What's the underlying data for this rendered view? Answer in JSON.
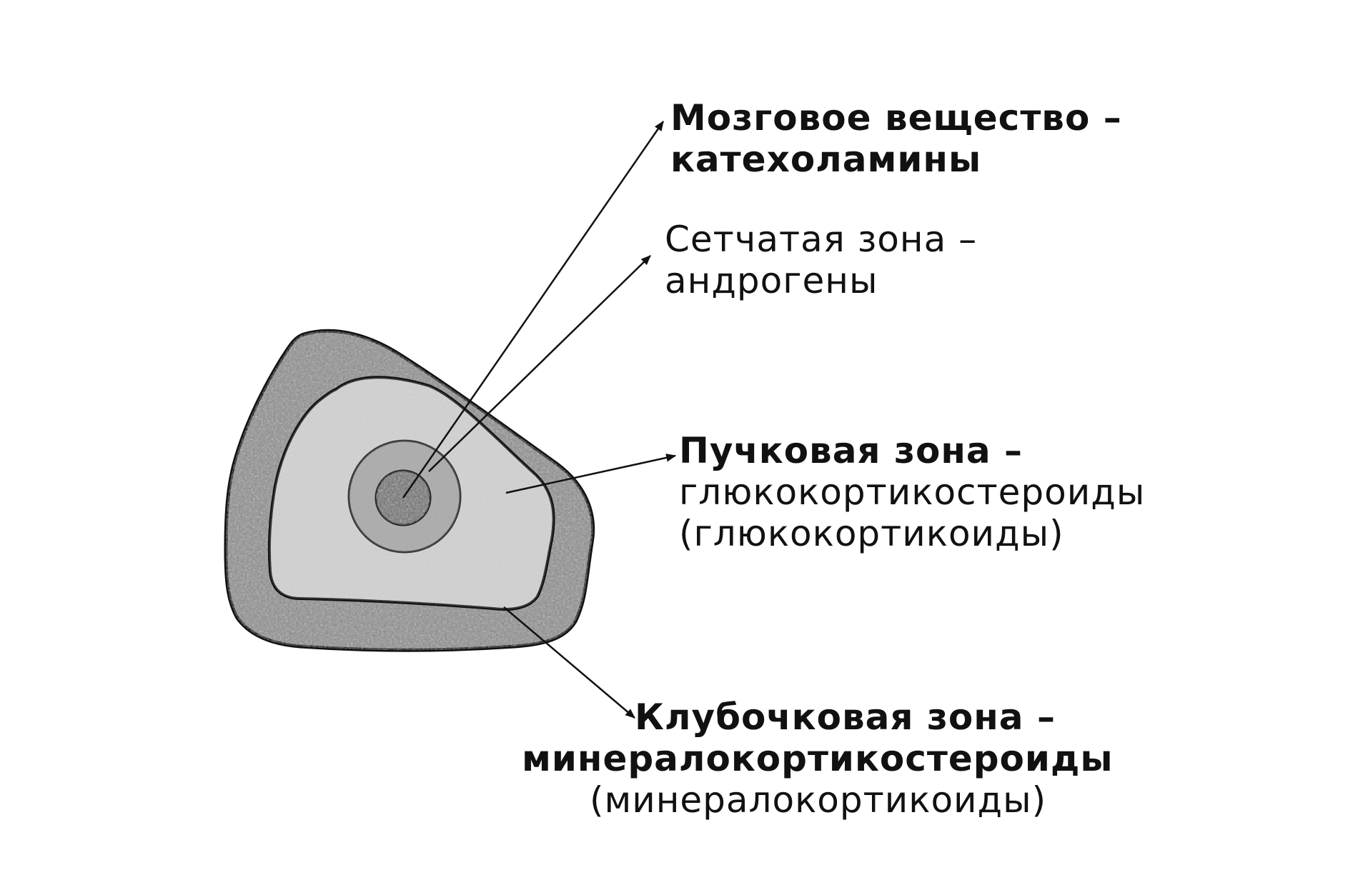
{
  "labels": {
    "medulla": {
      "line1": "Мозговое вещество –",
      "line2": "катехоламины"
    },
    "reticularis": {
      "line1": "Сетчатая зона –",
      "line2": "андрогены"
    },
    "fasciculata": {
      "line1": "Пучковая зона –",
      "line2": "глюкокортикостероиды",
      "line3": "(глюкокортикоиды)"
    },
    "glomerulosa": {
      "line1": "Клубочковая зона –",
      "line2": "минералокортикостероиды",
      "line3": "(минералокортикоиды)"
    }
  },
  "colors": {
    "ink": "#111111",
    "outer_fill": "#8c8c8c",
    "fasciculata_fill": "#d6d6d6",
    "reticularis_fill": "#a9a9a9",
    "medulla_fill": "#6f6f6f"
  }
}
